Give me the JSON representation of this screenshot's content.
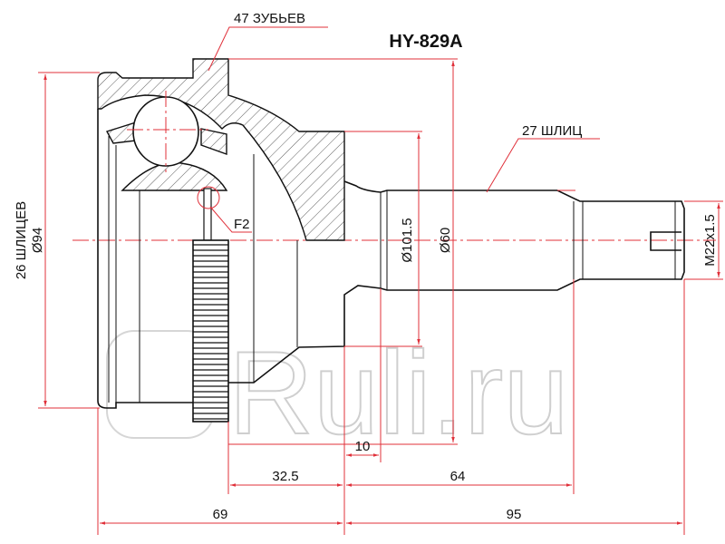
{
  "title": "HY-829A",
  "watermark": "Ruli.ru",
  "labels": {
    "teeth": "47 ЗУБЬЕВ",
    "splines_outer": "27 ШЛИЦ",
    "splines_inner": "26 ШЛИЦЕВ",
    "f2": "F2"
  },
  "dimensions": {
    "d_outer": "Ø94",
    "d_abs": "Ø101.5",
    "d_body": "Ø60",
    "thread": "M22x1.5",
    "d10": "10",
    "d32_5": "32.5",
    "d64": "64",
    "d69": "69",
    "d95": "95"
  },
  "colors": {
    "dimension_lines": "#e0303a",
    "outline": "#111111",
    "watermark": "#cfcfcf"
  }
}
